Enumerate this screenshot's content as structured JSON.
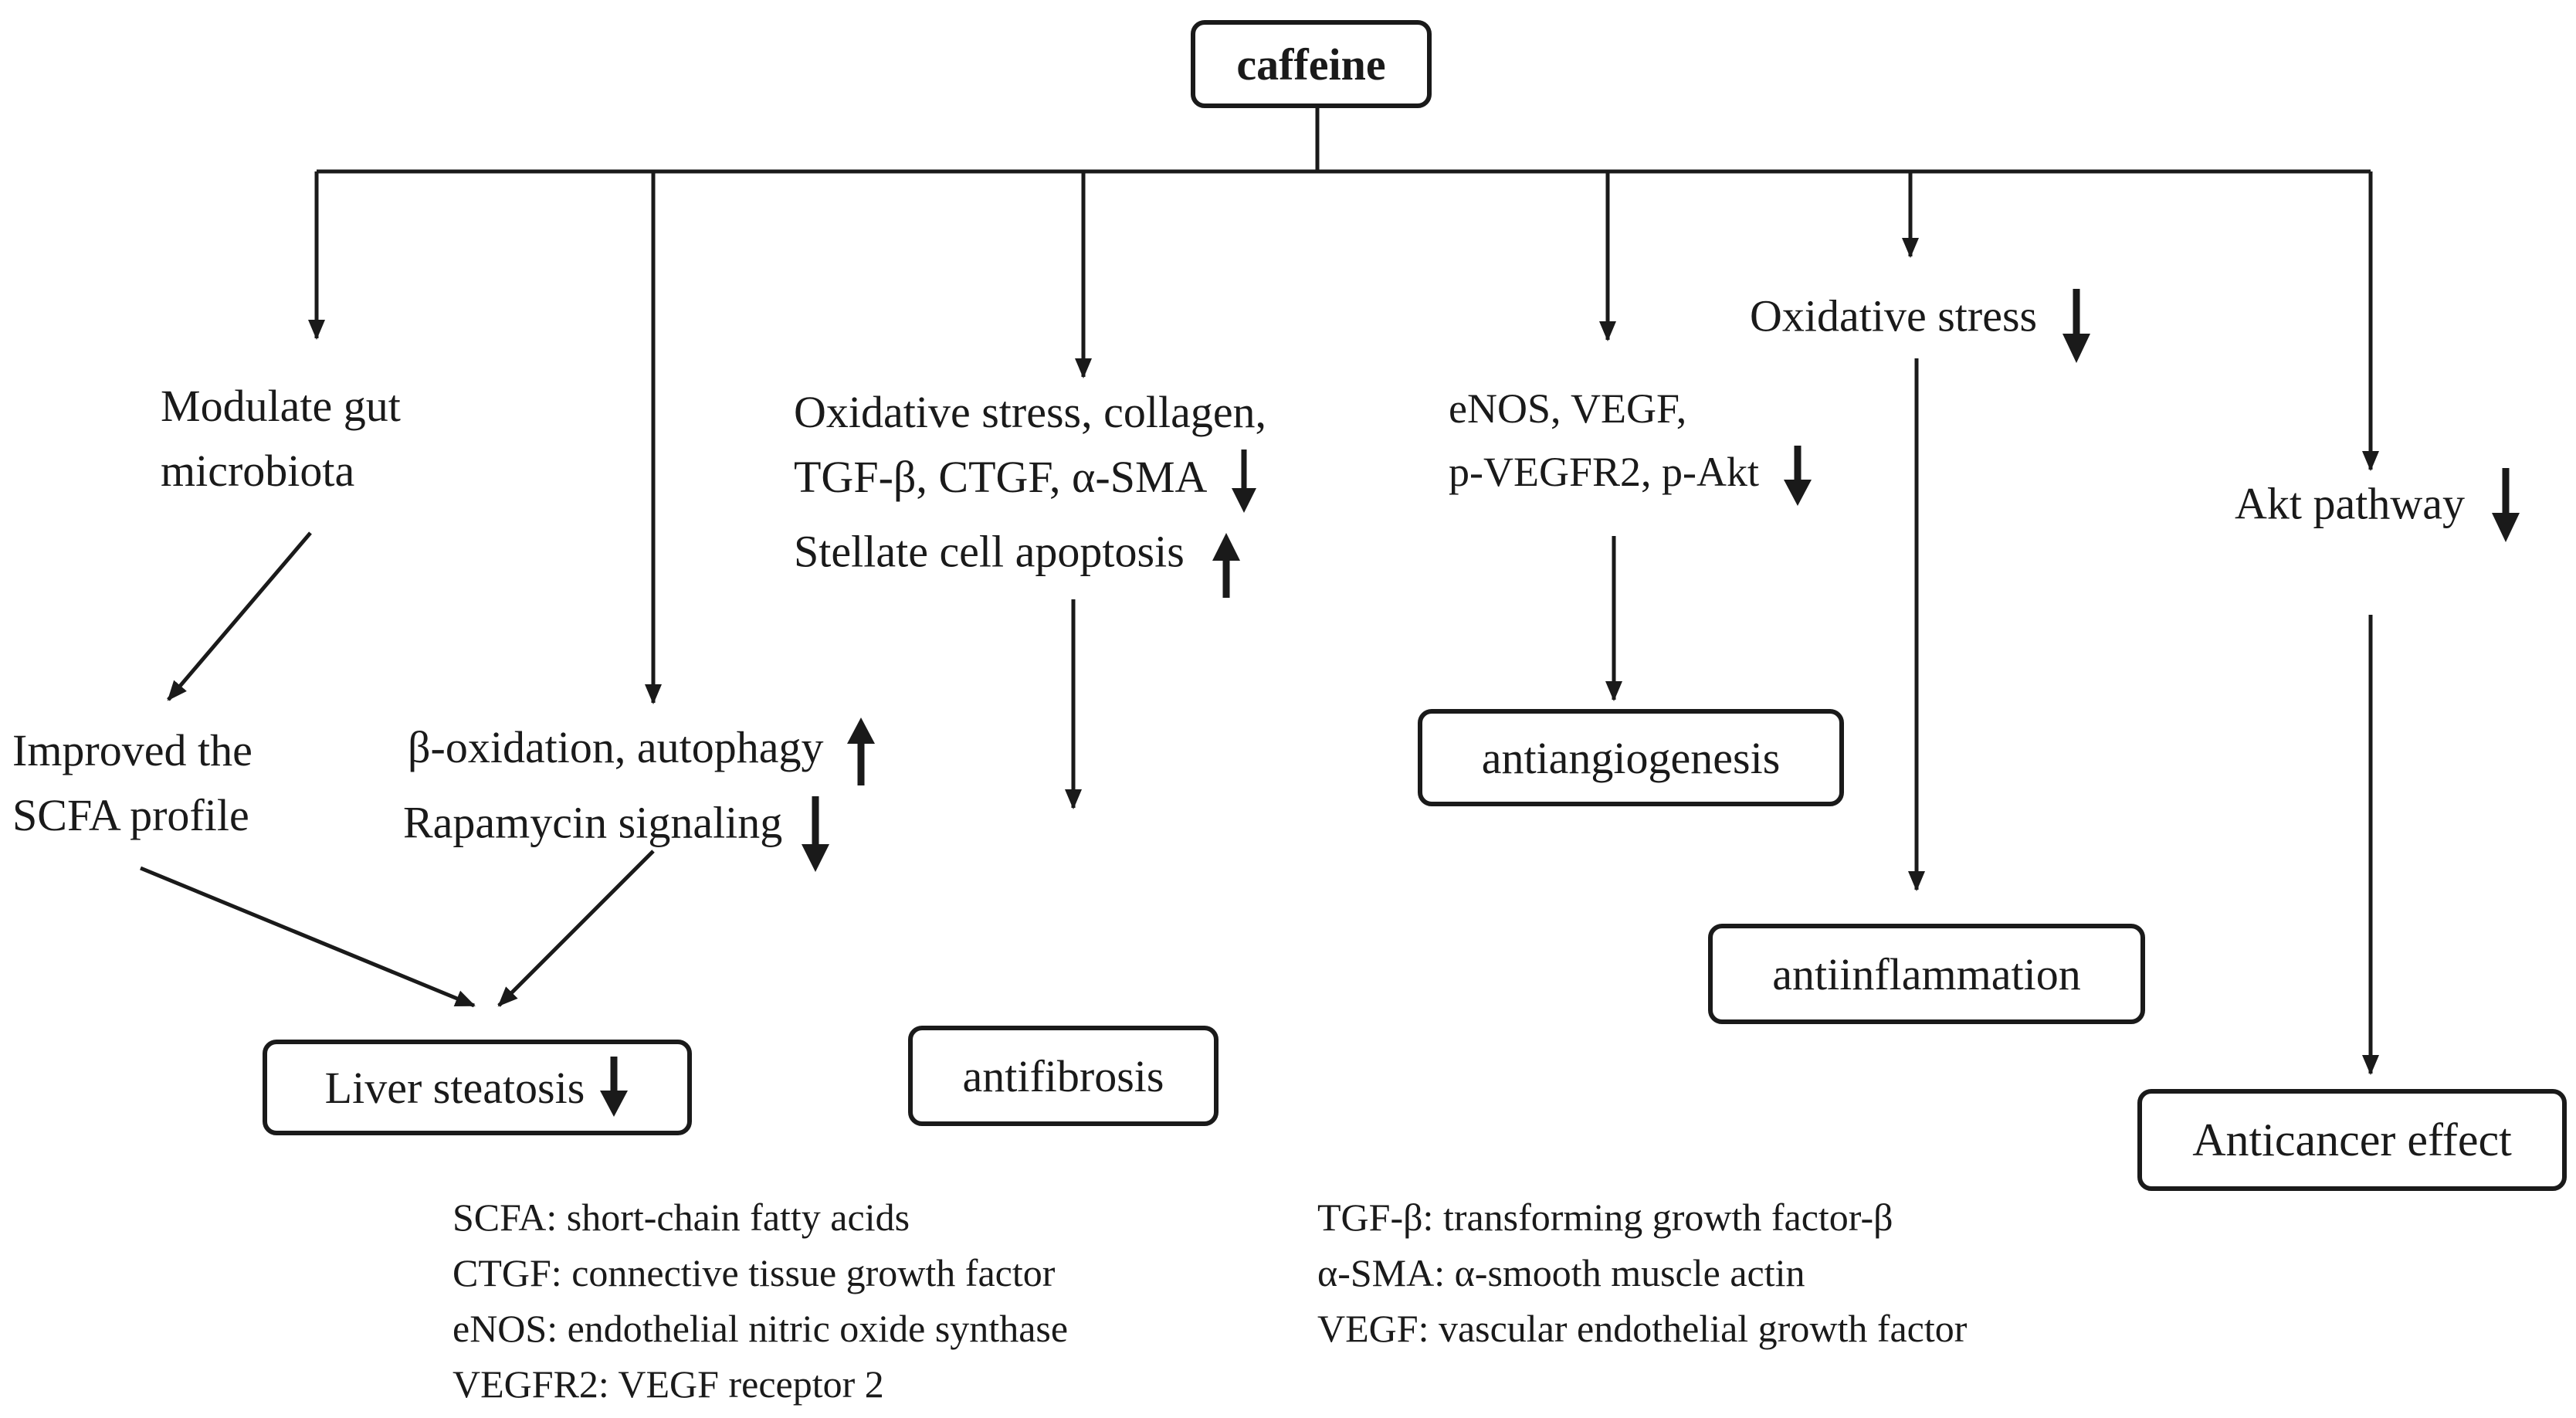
{
  "nodes": {
    "caffeine": "caffeine",
    "gut_line1": "Modulate gut",
    "gut_line2": "microbiota",
    "scfa_line1": "Improved the",
    "scfa_line2": "SCFA profile",
    "beta_line1": "β-oxidation, autophagy",
    "beta_line2": "Rapamycin signaling",
    "steatosis": "Liver steatosis",
    "ox_line1": "Oxidative stress, collagen,",
    "ox_line2": "TGF-β, CTGF, α-SMA",
    "ox_line3": "Stellate cell apoptosis",
    "antifibrosis": "antifibrosis",
    "enos_line1": "eNOS, VEGF,",
    "enos_line2": "p-VEGFR2, p-Akt",
    "antiangiogenesis": "antiangiogenesis",
    "oxstress": "Oxidative stress",
    "antiinflammation": "antiinflammation",
    "akt": "Akt pathway",
    "anticancer": "Anticancer effect"
  },
  "legend": {
    "left": [
      "SCFA: short-chain fatty acids",
      "CTGF: connective tissue growth factor",
      "eNOS: endothelial nitric oxide synthase",
      "VEGFR2: VEGF receptor 2"
    ],
    "right": [
      "TGF-β: transforming growth factor-β",
      "α-SMA: α-smooth muscle actin",
      "VEGF: vascular endothelial growth factor"
    ]
  }
}
